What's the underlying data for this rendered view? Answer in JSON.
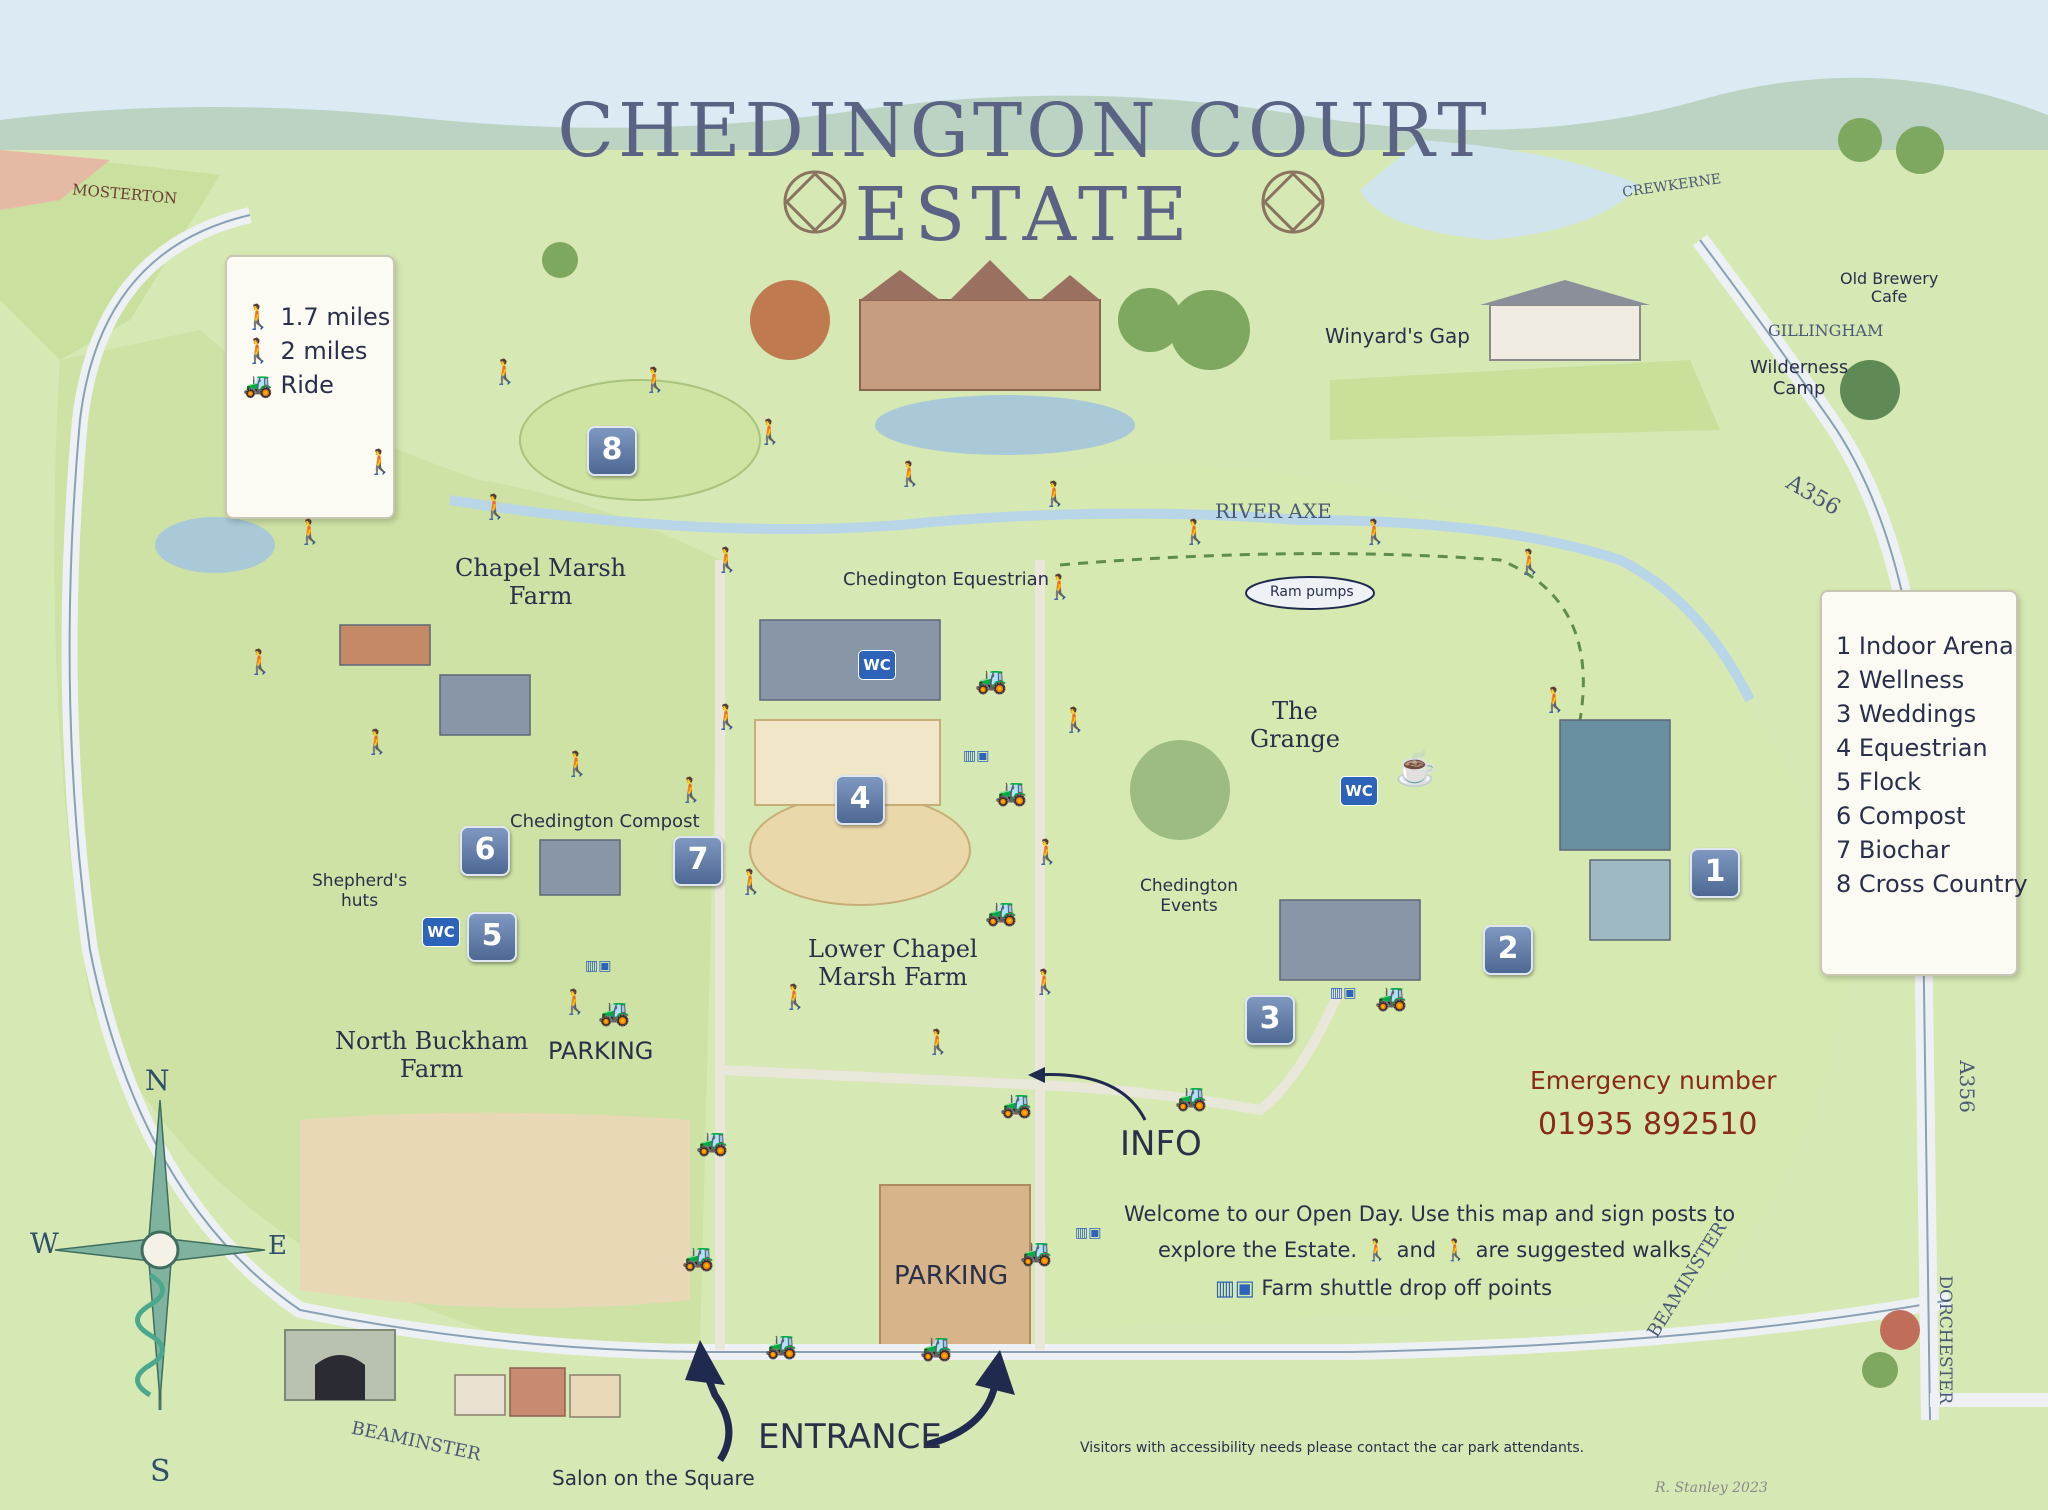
{
  "title": {
    "line1": "CHEDINGTON COURT",
    "line2": "ESTATE"
  },
  "colors": {
    "title": "#5b6384",
    "label": "#2a2f4a",
    "emergency": "#8a2a1a",
    "badge": "#5c77a3",
    "wc": "#2d63b8",
    "field": "#cfe3a8",
    "field_dark": "#b7d48e",
    "road": "#e8ecf0",
    "river": "#bcd8e6",
    "sky": "#d8e8f2"
  },
  "icons": {
    "walk_red": "person-walking-red-icon",
    "walk_yellow": "person-walking-yellow-icon",
    "ride": "tractor-icon",
    "wc": "wc-icon",
    "shuttle": "shuttle-stop-icon",
    "coffee": "coffee-cup-icon",
    "compass_rose": "compass-rose-icon",
    "snowflake": "estate-emblem-icon"
  },
  "legend_routes": {
    "items": [
      {
        "icon": "person-walking-red-icon",
        "text": "1.7 miles"
      },
      {
        "icon": "person-walking-yellow-icon",
        "text": "2 miles"
      },
      {
        "icon": "tractor-icon",
        "text": "Ride"
      }
    ]
  },
  "legend_places": {
    "items": [
      "1 Indoor Arena",
      "2 Wellness",
      "3 Weddings",
      "4 Equestrian",
      "5 Flock",
      "6 Compost",
      "7 Biochar",
      "8 Cross Country"
    ]
  },
  "places": {
    "chapel_marsh_farm": "Chapel Marsh\nFarm",
    "chedington_equestrian": "Chedington Equestrian",
    "river_axe": "RIVER AXE",
    "ram_pumps": "Ram pumps",
    "the_grange": "The\nGrange",
    "chedington_compost": "Chedington Compost",
    "shepherds_huts": "Shepherd's\nhuts",
    "chedington_events": "Chedington\nEvents",
    "lower_chapel_marsh_farm": "Lower Chapel\nMarsh Farm",
    "north_buckham_farm": "North Buckham\nFarm",
    "parking_1": "PARKING",
    "parking_2": "PARKING",
    "info": "INFO",
    "entrance": "ENTRANCE",
    "salon": "Salon on the Square",
    "winyards_gap": "Winyard's Gap",
    "old_brewery_cafe": "Old Brewery\nCafe",
    "wilderness_camp": "Wilderness\nCamp"
  },
  "roads": {
    "mosterton": "MOSTERTON",
    "crewkerne": "CREWKERNE",
    "gillingham": "GILLINGHAM",
    "a356_top": "A356",
    "a356_side": "A356",
    "beaminster_right": "BEAMINSTER",
    "dorchester": "DORCHESTER",
    "beaminster_bottom": "BEAMINSTER"
  },
  "badges": [
    "1",
    "2",
    "3",
    "4",
    "5",
    "6",
    "7",
    "8"
  ],
  "wc_label": "WC",
  "compass": {
    "n": "N",
    "s": "S",
    "e": "E",
    "w": "W"
  },
  "emergency": {
    "label": "Emergency number",
    "number": "01935 892510"
  },
  "welcome": {
    "line1": "Welcome to our Open Day. Use this map and sign posts to",
    "line2_a": "explore the Estate.",
    "line2_b": "and",
    "line2_c": "are suggested walks.",
    "line3": "Farm shuttle drop off points"
  },
  "accessibility": "Visitors with accessibility needs please contact the car park attendants.",
  "signature": "R. Stanley 2023"
}
